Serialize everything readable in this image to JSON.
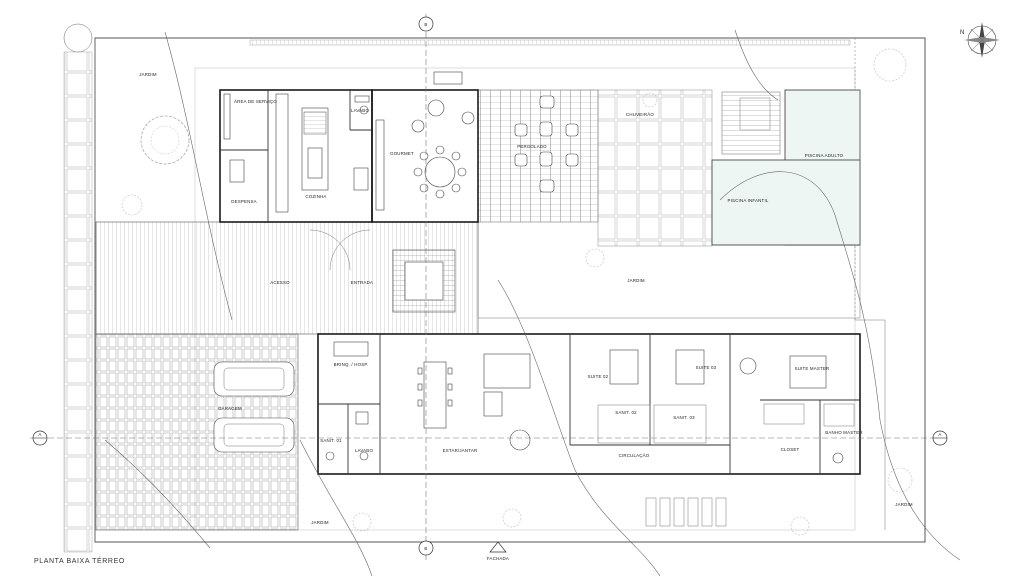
{
  "drawing_title": "PLANTA BAIXA TÉRREO",
  "rooms": {
    "jardim_top": "JARDIM",
    "area_servico": "ÁREA DE SERVIÇO",
    "lavabo_top": "LAVABO",
    "despensa": "DESPENSA",
    "cozinha": "COZINHA",
    "gourmet": "GOURMET",
    "pergolado": "PERGOLADO",
    "chuveirao": "CHUVEIRÃO",
    "piscina_adulto": "PISCINA ADULTO",
    "piscina_infantil": "PISCINA INFANTIL",
    "jardim_mid": "JARDIM",
    "acesso": "ACESSO",
    "entrada": "ENTRADA",
    "garagem": "GARAGEM",
    "brinq_hosp": "BRINQ. / HOSP.",
    "sanit_01": "SANIT. 01",
    "lavabo": "LAVABO",
    "estar_jantar": "ESTAR/JANTAR",
    "suite_02": "SUITE 02",
    "suite_03": "SUITE 03",
    "sanit_02": "SANIT. 02",
    "sanit_03": "SANIT. 03",
    "circulacao": "CIRCULAÇÃO",
    "suite_master": "SUITE MASTER",
    "closet": "CLOSET",
    "banho_master": "BANHO MASTER",
    "jardim_bottom": "JARDIM",
    "jardim_right": "JARDIM"
  },
  "markers": {
    "section_a_left": "A",
    "section_a_right": "A",
    "section_b_top": "B",
    "section_b_bottom": "B",
    "fachada": "FACHADA"
  }
}
